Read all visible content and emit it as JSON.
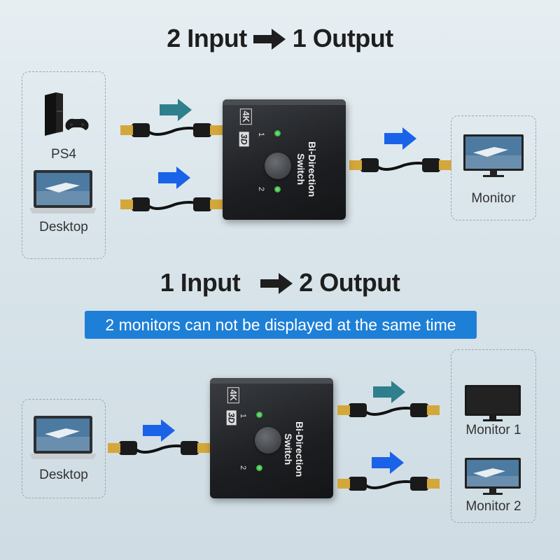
{
  "section1": {
    "title_left": "2 Input",
    "title_right": "1 Output",
    "inputs": [
      {
        "label": "PS4",
        "icon": "ps4-console-icon"
      },
      {
        "label": "Desktop",
        "icon": "laptop-icon"
      }
    ],
    "outputs": [
      {
        "label": "Monitor",
        "icon": "monitor-icon"
      }
    ],
    "switch": {
      "badge_4k": "4K",
      "badge_3d": "3D",
      "port1": "1",
      "port2": "2",
      "line1": "Bi-Direction",
      "line2": "Switch"
    }
  },
  "section2": {
    "title_left": "1 Input",
    "title_right": "2 Output",
    "banner": "2 monitors can not be displayed at the same time",
    "inputs": [
      {
        "label": "Desktop",
        "icon": "laptop-icon"
      }
    ],
    "outputs": [
      {
        "label": "Monitor 1",
        "icon": "monitor-off-icon"
      },
      {
        "label": "Monitor 2",
        "icon": "monitor-icon"
      }
    ],
    "switch": {
      "badge_4k": "4K",
      "badge_3d": "3D",
      "port1": "1",
      "port2": "2",
      "line1": "Bi-Direction",
      "line2": "Switch"
    }
  },
  "colors": {
    "arrow_teal": "#2f7f8c",
    "arrow_blue": "#1a62e8",
    "banner": "#1e7fd6",
    "title": "#1e1e1e"
  }
}
